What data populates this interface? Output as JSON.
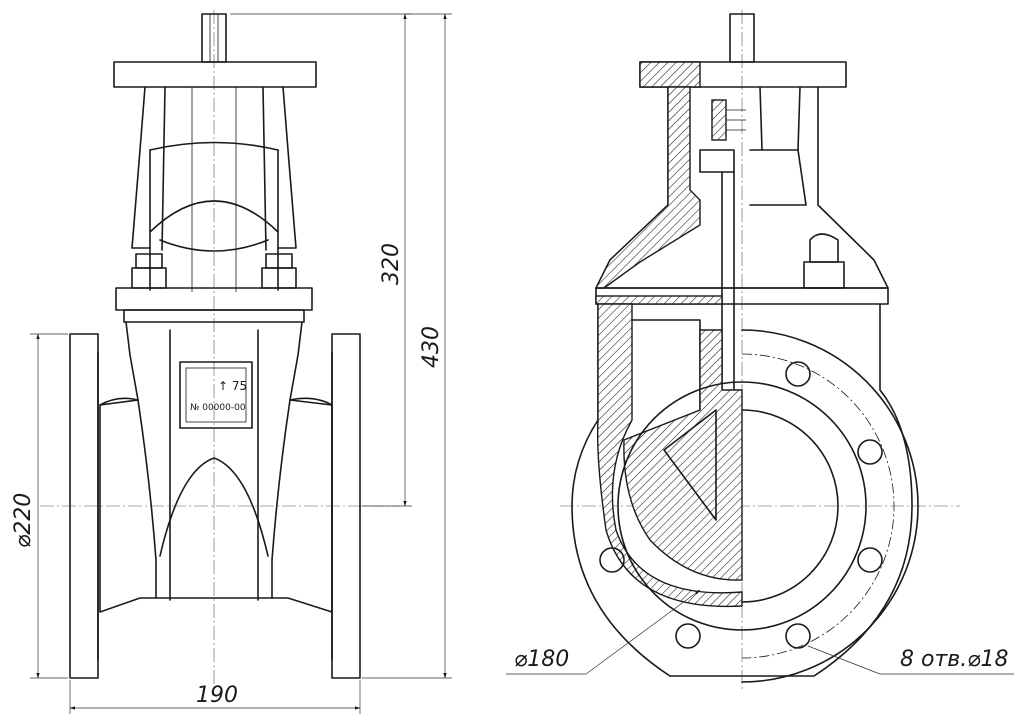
{
  "dimensions": {
    "height_stem": "320",
    "height_total": "430",
    "flange_diameter": "⌀220",
    "face_to_face": "190",
    "bolt_circle": "⌀180",
    "bolt_holes": "8 отв.⌀18"
  },
  "nameplate": {
    "size": "↑ 75",
    "number": "№ 00000-00"
  }
}
